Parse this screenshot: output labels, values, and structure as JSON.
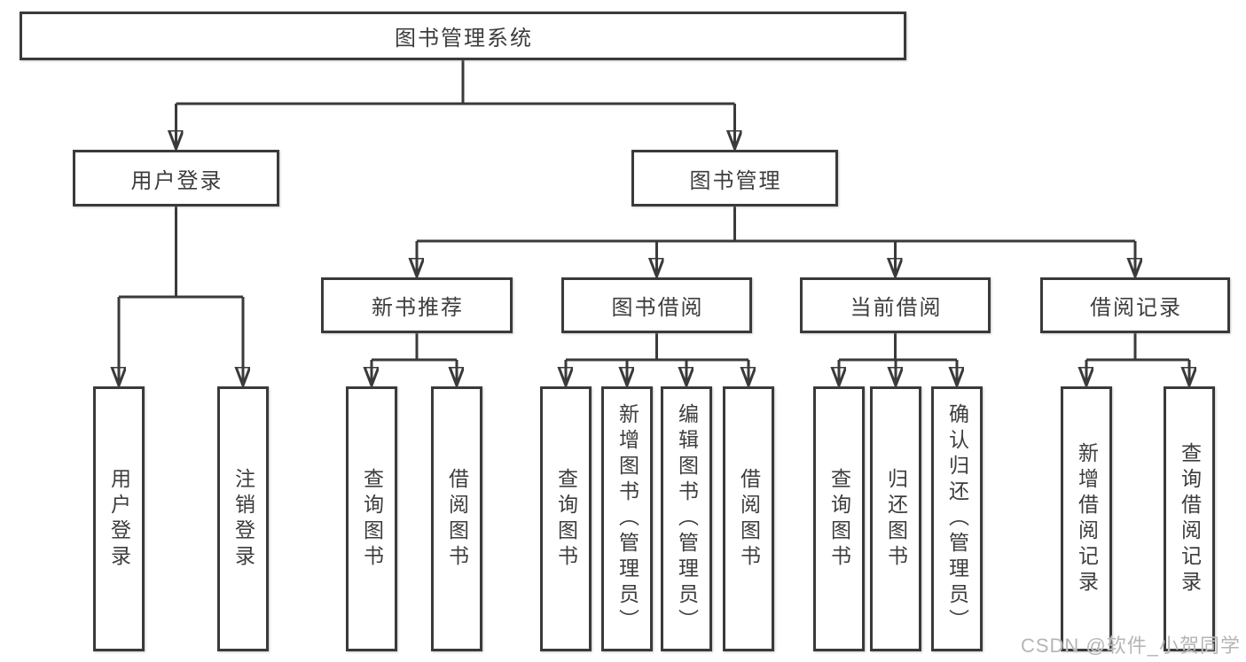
{
  "diagram_title": "图书管理系统",
  "nodes": {
    "root": {
      "label": "图书管理系统"
    },
    "user_login": {
      "label": "用户登录"
    },
    "book_mgmt": {
      "label": "图书管理"
    },
    "new_book_rec": {
      "label": "新书推荐"
    },
    "book_borrow": {
      "label": "图书借阅"
    },
    "current_borrow": {
      "label": "当前借阅"
    },
    "borrow_records": {
      "label": "借阅记录"
    },
    "leaf_user_login": {
      "label": "用户登录"
    },
    "leaf_logout": {
      "label": "注销登录"
    },
    "leaf_nbr_query": {
      "label": "查询图书"
    },
    "leaf_nbr_borrow": {
      "label": "借阅图书"
    },
    "leaf_bb_query": {
      "label": "查询图书"
    },
    "leaf_bb_add": {
      "label": "新增图书（管理员）"
    },
    "leaf_bb_edit": {
      "label": "编辑图书（管理员）"
    },
    "leaf_bb_borrow": {
      "label": "借阅图书"
    },
    "leaf_cb_query": {
      "label": "查询图书"
    },
    "leaf_cb_return": {
      "label": "归还图书"
    },
    "leaf_cb_confirm": {
      "label": "确认归还（管理员）"
    },
    "leaf_br_add": {
      "label": "新增借阅记录"
    },
    "leaf_br_query": {
      "label": "查询借阅记录"
    }
  },
  "hierarchy": {
    "图书管理系统": {
      "用户登录": [
        "用户登录",
        "注销登录"
      ],
      "图书管理": {
        "新书推荐": [
          "查询图书",
          "借阅图书"
        ],
        "图书借阅": [
          "查询图书",
          "新增图书（管理员）",
          "编辑图书（管理员）",
          "借阅图书"
        ],
        "当前借阅": [
          "查询图书",
          "归还图书",
          "确认归还（管理员）"
        ],
        "借阅记录": [
          "新增借阅记录",
          "查询借阅记录"
        ]
      }
    }
  },
  "watermark": "CSDN @软件_小贺同学",
  "colors": {
    "line": "#3a3a3a",
    "box_border": "#3a3a3a",
    "text": "#3d3d3d",
    "watermark": "#b5b5b5",
    "background": "#ffffff"
  }
}
